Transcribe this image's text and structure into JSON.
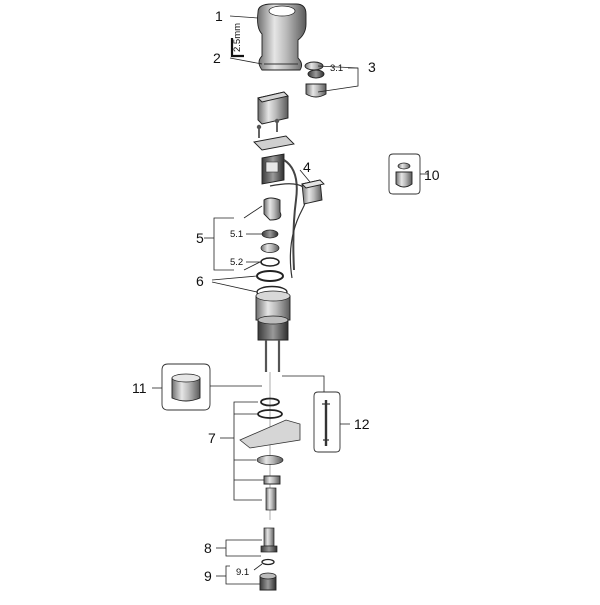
{
  "diagram": {
    "tool_label": "2.5mm",
    "callouts": {
      "c1": "1",
      "c2": "2",
      "c3": "3",
      "c3_1": "3.1",
      "c4": "4",
      "c5": "5",
      "c5_1": "5.1",
      "c5_2": "5.2",
      "c6": "6",
      "c7": "7",
      "c8": "8",
      "c9": "9",
      "c9_1": "9.1",
      "c10": "10",
      "c11": "11",
      "c12": "12"
    }
  }
}
